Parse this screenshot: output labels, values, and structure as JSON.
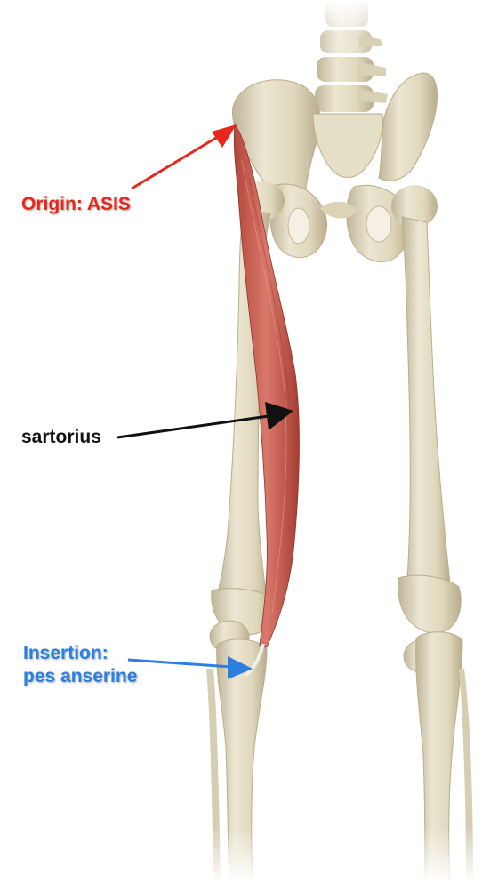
{
  "labels": {
    "origin": "Origin: ASIS",
    "muscle": "sartorius",
    "insertion_line1": "Insertion:",
    "insertion_line2": "pes anserine"
  },
  "colors": {
    "origin_label": "#e8261c",
    "muscle_label": "#111111",
    "insertion_label": "#2a7fe0",
    "bone": "#e3dcc4",
    "bone_shadow": "#bfb597",
    "muscle": "#c9584c"
  }
}
